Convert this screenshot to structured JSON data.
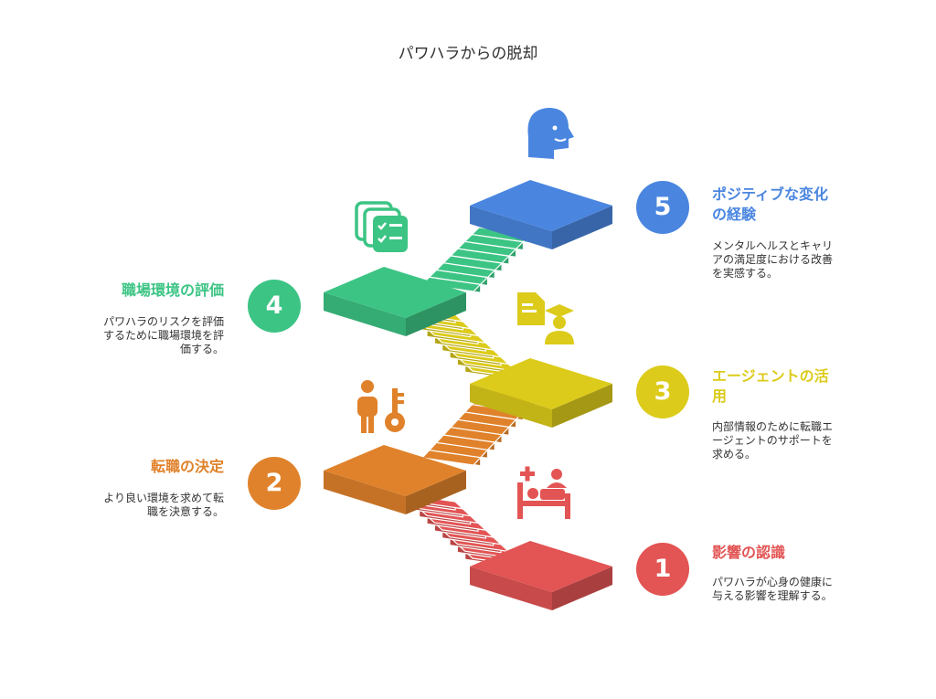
{
  "title": "パワハラからの脱却",
  "colors": {
    "step1": "#E35454",
    "step2": "#E0822B",
    "step3": "#DCCB1A",
    "step4": "#3CC484",
    "step5": "#4A86E0"
  },
  "steps": [
    {
      "number": "1",
      "title": "影響の認識",
      "desc_lines": [
        "パワハラが心身の健康に",
        "与える影響を理解する。"
      ],
      "icon": "hospital-bed-icon"
    },
    {
      "number": "2",
      "title": "転職の決定",
      "desc_lines": [
        "より良い環境を求めて転",
        "職を決意する。"
      ],
      "icon": "person-key-icon"
    },
    {
      "number": "3",
      "title_lines": [
        "エージェントの活",
        "用"
      ],
      "desc_lines": [
        "内部情報のために転職エ",
        "ージェントのサポートを",
        "求める。"
      ],
      "icon": "agent-document-icon"
    },
    {
      "number": "4",
      "title": "職場環境の評価",
      "desc_lines": [
        "パワハラのリスクを評価",
        "するために職場環境を評",
        "価する。"
      ],
      "icon": "checklist-stack-icon"
    },
    {
      "number": "5",
      "title_lines": [
        "ポジティブな変化",
        "の経験"
      ],
      "desc_lines": [
        "メンタルヘルスとキャリ",
        "アの満足度における改善",
        "を実感する。"
      ],
      "icon": "head-profile-icon"
    }
  ]
}
